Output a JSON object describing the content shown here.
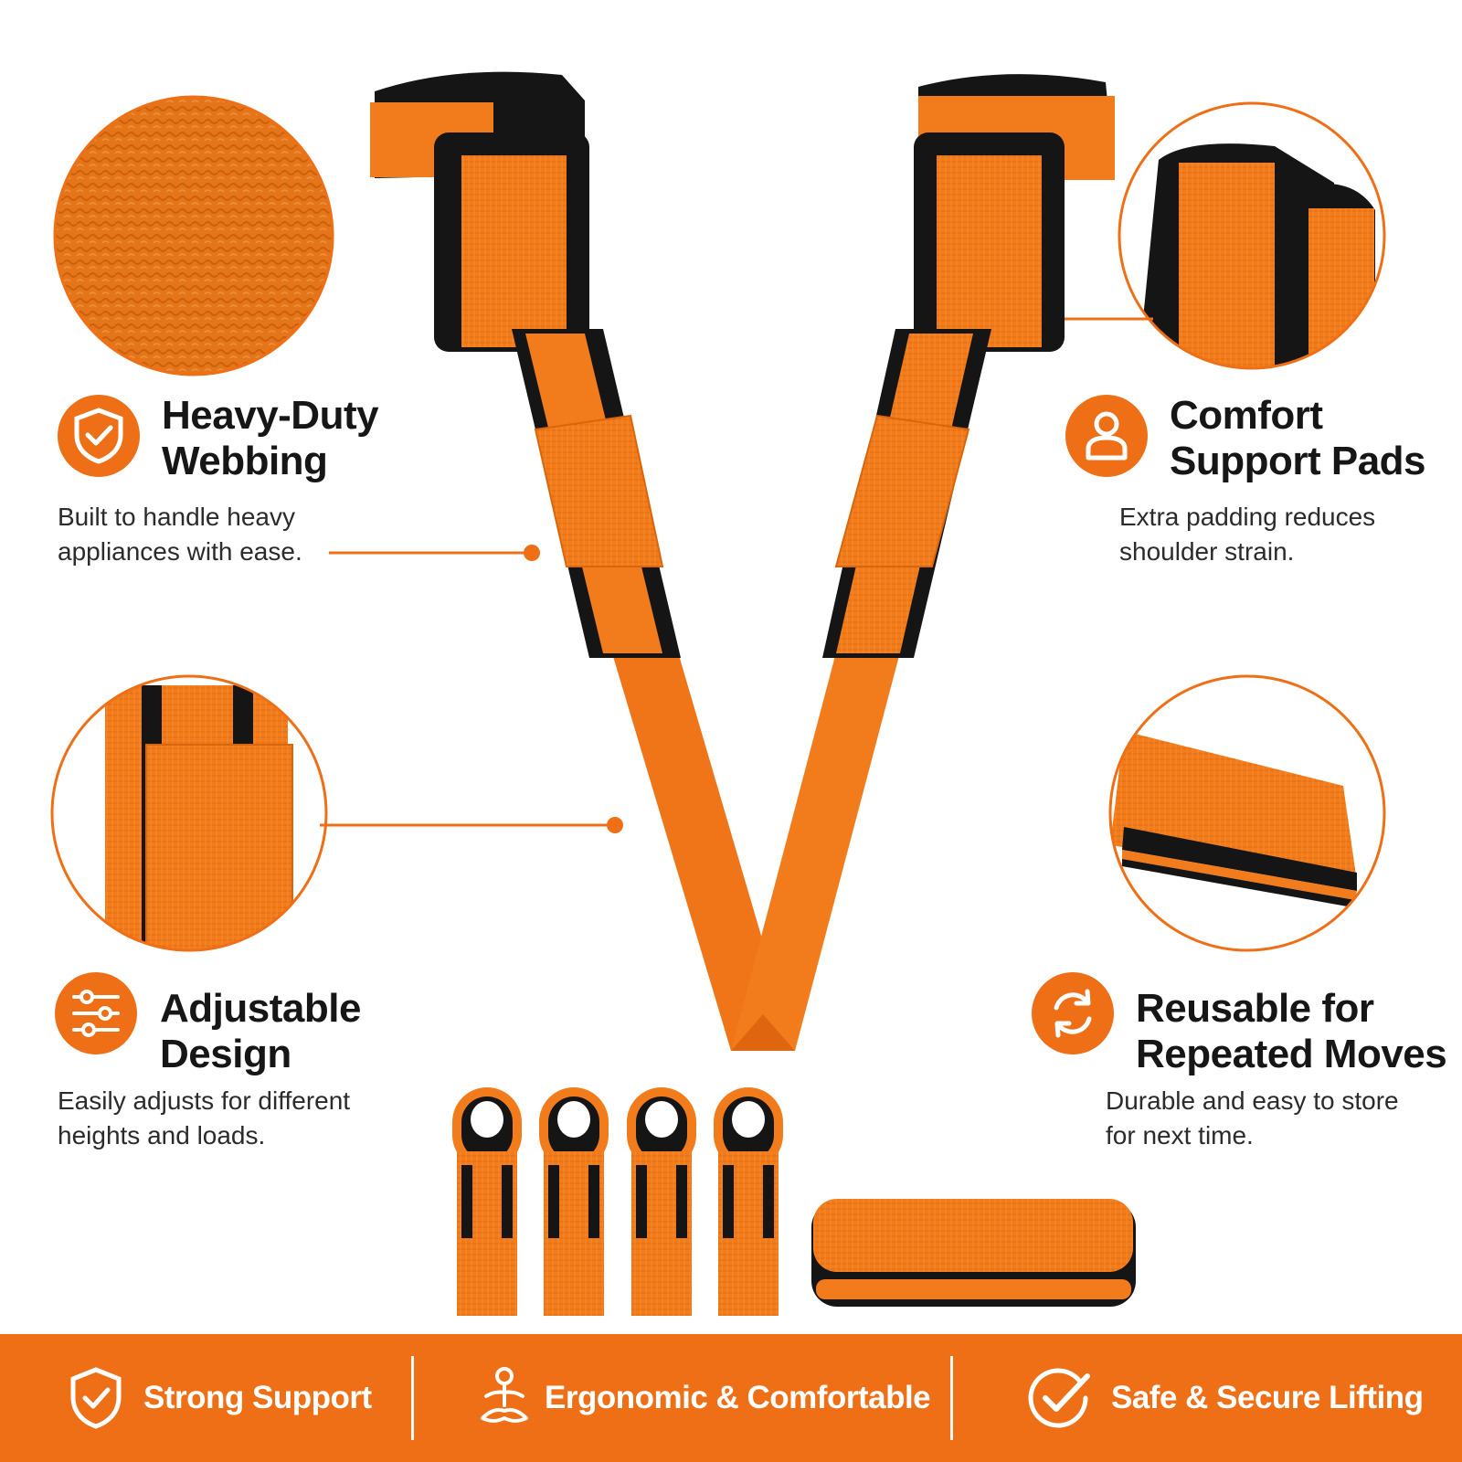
{
  "colors": {
    "accent": "#ee6f16",
    "strap_orange": "#f27c1b",
    "padding_black": "#151515",
    "text_dark": "#161616",
    "footer_text": "#ffffff"
  },
  "features": [
    {
      "id": "heavy-duty",
      "icon": "shield-check-icon",
      "title_lines": [
        "Heavy-Duty",
        "Webbing"
      ],
      "desc_lines": [
        "Built to handle heavy",
        "appliances with ease."
      ]
    },
    {
      "id": "comfort",
      "icon": "person-icon",
      "title_lines": [
        "Comfort",
        "Support Pads"
      ],
      "desc_lines": [
        "Extra padding reduces",
        "shoulder strain."
      ]
    },
    {
      "id": "adjustable",
      "icon": "sliders-icon",
      "title_lines": [
        "Adjustable",
        "Design"
      ],
      "desc_lines": [
        "Easily adjusts for different",
        "heights and loads."
      ]
    },
    {
      "id": "reusable",
      "icon": "refresh-icon",
      "title_lines": [
        "Reusable for",
        "Repeated Moves"
      ],
      "desc_lines": [
        "Durable and easy to store",
        "for next time."
      ]
    }
  ],
  "footer": {
    "items": [
      {
        "icon": "shield-check-icon",
        "label": "Strong Support"
      },
      {
        "icon": "meditation-person-icon",
        "label": "Ergonomic & Comfortable"
      },
      {
        "icon": "check-circle-icon",
        "label": "Safe & Secure Lifting"
      }
    ]
  }
}
